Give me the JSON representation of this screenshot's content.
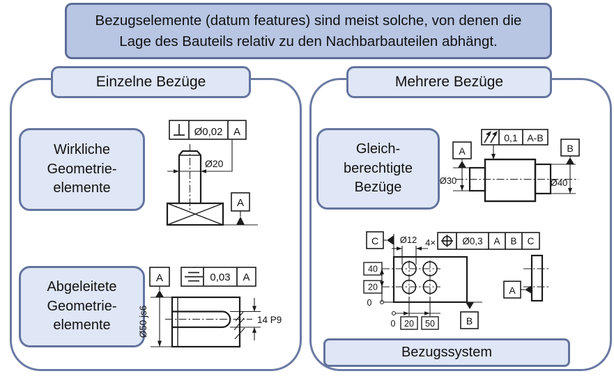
{
  "title": {
    "text": "Bezugselemente (datum features) sind meist solche, von denen die\nLage des Bauteils relativ zu den Nachbarbauteilen abhängt."
  },
  "panels": {
    "left": {
      "header": "Einzelne Bezüge",
      "labels": {
        "real": "Wirkliche\nGeometrie-\nelemente",
        "derived": "Abgeleitete\nGeometrie-\nelemente"
      }
    },
    "right": {
      "header": "Mehrere Bezüge",
      "labels": {
        "equal": "Gleich-\nberechtigte\nBezüge",
        "system": "Bezugssystem"
      }
    }
  },
  "drawings": {
    "real_geometry": {
      "fcf": {
        "symbol": "perpendicularity-icon",
        "tolerance": "Ø0,02",
        "datum": "A"
      },
      "diameter": "Ø20",
      "datum_label": "A"
    },
    "derived_geometry": {
      "fcf": {
        "symbol": "symmetry-icon",
        "tolerance": "0,03",
        "datum": "A"
      },
      "datum_label": "A",
      "shaft_diameter": "Ø50 js6",
      "keyway_width": "14 P9"
    },
    "equal_datums": {
      "fcf": {
        "symbol": "total-runout-icon",
        "tolerance": "0,1",
        "datum": "A-B"
      },
      "datum_left": "A",
      "datum_right": "B",
      "diameter_left": "Ø30",
      "diameter_right": "Ø40"
    },
    "datum_system": {
      "datum_c": "C",
      "hole_diameter": "Ø12",
      "count": "4×",
      "fcf": {
        "symbol": "position-icon",
        "tolerance": "Ø0,3",
        "datums": [
          "A",
          "B",
          "C"
        ]
      },
      "row_dims": [
        "40",
        "20"
      ],
      "origin_left": "0",
      "origin_bottom": "0",
      "col_dims": [
        "20",
        "50"
      ],
      "datum_b": "B",
      "datum_a": "A"
    }
  },
  "colors": {
    "title_fill": "#b8c6e4",
    "title_border": "#5d6c96",
    "box_fill": "#dfe6f5",
    "box_border": "#64749e",
    "panel_border": "#6b7aa3",
    "ink": "#1c1c1c"
  }
}
